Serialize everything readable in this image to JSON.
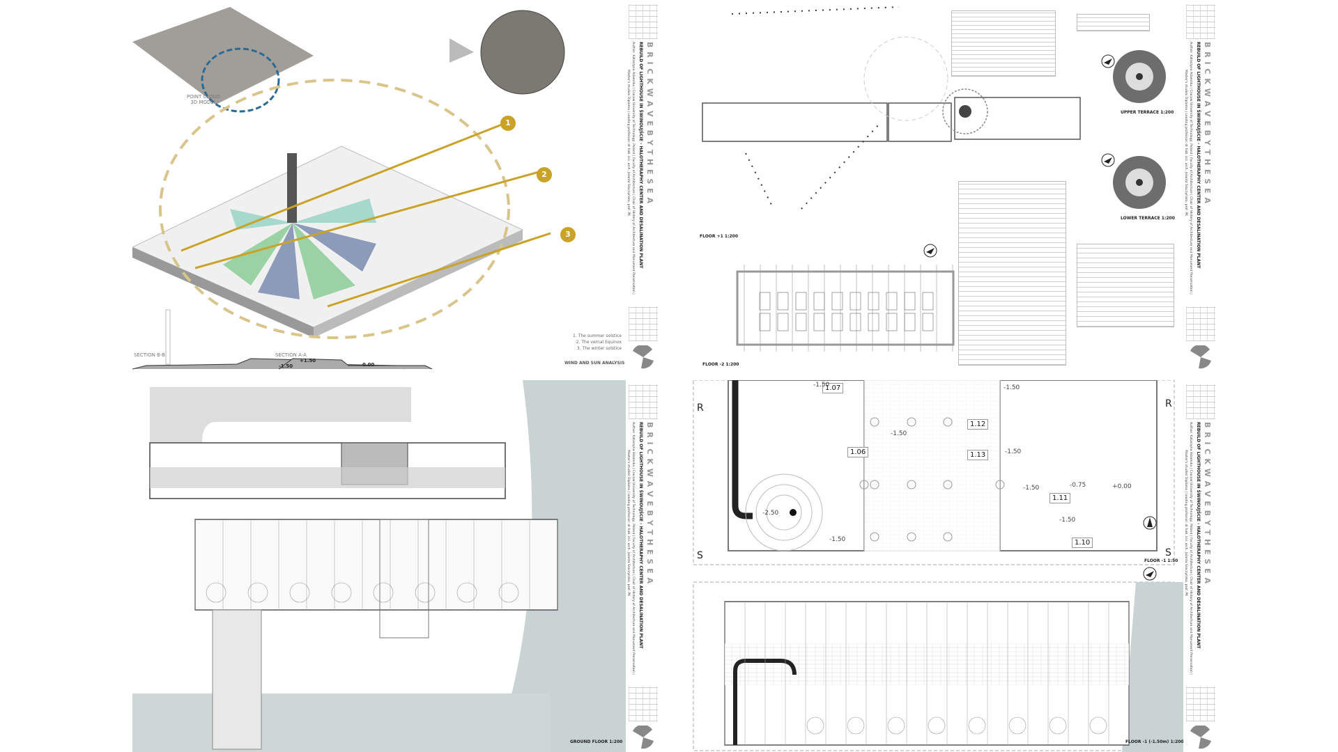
{
  "strip": {
    "title": "B R I C K   W A V E   B Y   T H E   S E A",
    "subtitle": "REBUILD OF LIGHTHOUSE IN ŚWINOUJŚCIE - HALOTHERAPHY CENTER AND DESALINATION PLANT",
    "author": "Author: Katarzyna Adamska | Cracow University of Technology, Poland | Faculty of Architecture | Chair of History of Architecture and Monument Preservation |",
    "author2": "Master's studies Diploma | Leading professor: dr hab. inż. arch. Jolanta Sroczyńska, prof. PK"
  },
  "board1": {
    "point_cloud": "POINT CLOUD",
    "model": "3D MODEL",
    "markers": [
      "1",
      "2",
      "3"
    ],
    "section_bb": "SECTION B-B",
    "section_aa": "SECTION A-A",
    "levels": [
      "-1.50",
      "+1.50",
      "0.00"
    ],
    "legend": [
      "1. The summer solstice",
      "2. The vernal Equinox",
      "3. The winter solstice"
    ],
    "caption": "WIND AND SUN ANALYSIS"
  },
  "board2": {
    "upper_terrace": "UPPER TERRACE  1:200",
    "lower_terrace": "LOWER TERRACE  1:200",
    "floor_plus1": "FLOOR +1  1:200",
    "floor_minus2": "FLOOR -2  1:200"
  },
  "board3": {
    "caption": "GROUND FLOOR  1:200"
  },
  "board4": {
    "rooms": [
      "1.07",
      "1.06",
      "1.12",
      "1.13",
      "1.11",
      "1.10"
    ],
    "levels": [
      "-1.50",
      "-1.50",
      "-1.50",
      "-2.50",
      "-1.50",
      "-1.50",
      "-1.50",
      "-0.75",
      "+0.00",
      "-1.50"
    ],
    "axis_r": "R",
    "axis_s": "S",
    "detail_caption": "FLOOR -1 1:50",
    "caption": "FLOOR -1 (-1.50m)  1:200"
  },
  "colors": {
    "gold": "#c9a227",
    "sea": "#c9d3d3",
    "plan_line": "#888888"
  }
}
